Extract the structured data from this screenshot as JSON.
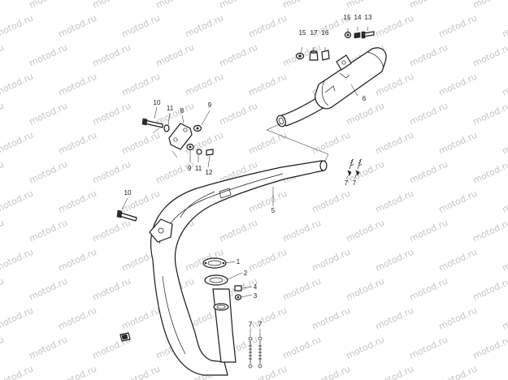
{
  "watermark": {
    "text": "motod.ru"
  },
  "colors": {
    "ink": "#1a1a1a",
    "watermark": "#c4c4c4",
    "background": "#ffffff"
  },
  "callouts": {
    "c15a": "15",
    "c14": "14",
    "c13": "13",
    "c15b": "15",
    "c17": "17",
    "c16": "16",
    "c6": "6",
    "c10a": "10",
    "c11a": "11",
    "c8": "8",
    "c9a": "9",
    "c9b": "9",
    "c11b": "11",
    "c12": "12",
    "c7a": "7",
    "c7b": "7",
    "c5": "5",
    "c10b": "10",
    "c1": "1",
    "c2": "2",
    "c4": "4",
    "c3": "3",
    "c7c": "7",
    "c7d": "7"
  }
}
